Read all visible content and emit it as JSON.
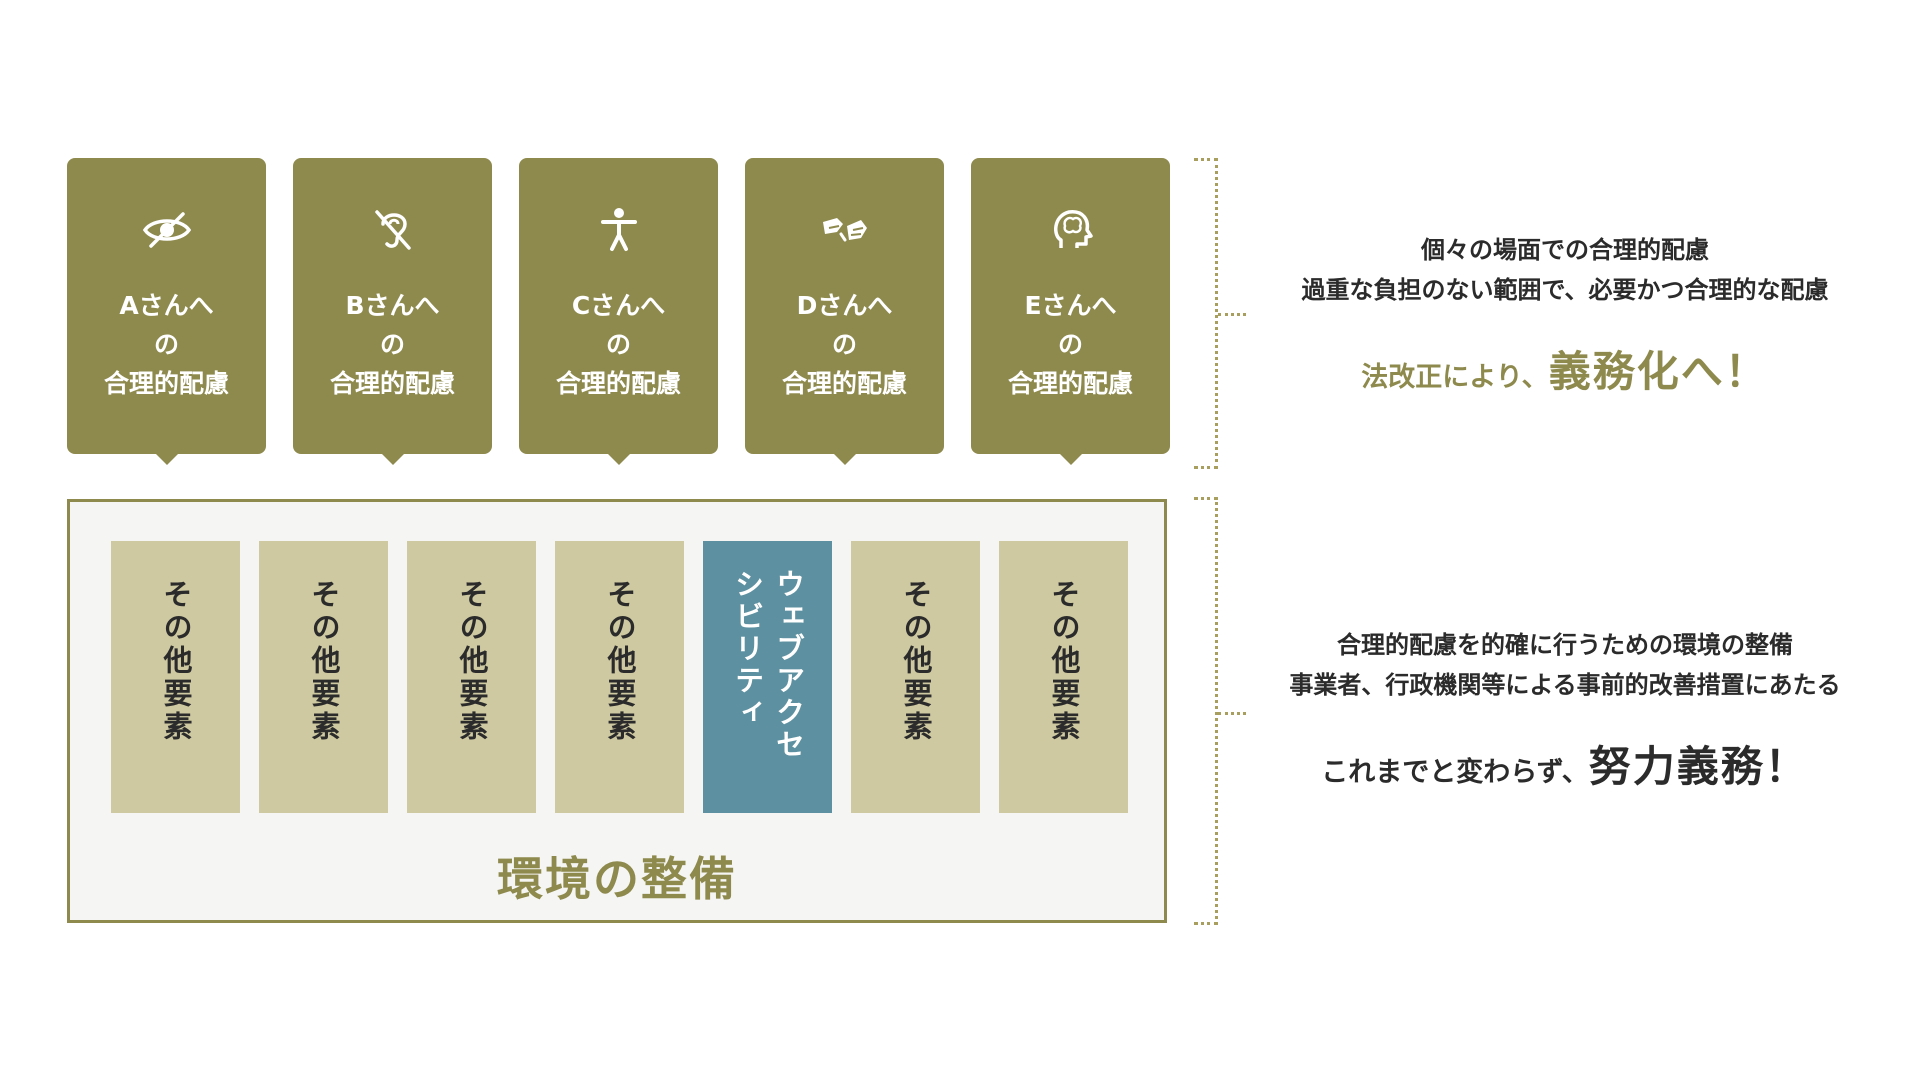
{
  "cards": [
    {
      "icon": "eye-slash-icon",
      "line1": "Aさんへ",
      "line2": "の",
      "line3": "合理的配慮"
    },
    {
      "icon": "ear-slash-icon",
      "line1": "Bさんへ",
      "line2": "の",
      "line3": "合理的配慮"
    },
    {
      "icon": "accessibility-person-icon",
      "line1": "Cさんへ",
      "line2": "の",
      "line3": "合理的配慮"
    },
    {
      "icon": "sign-language-icon",
      "line1": "Dさんへ",
      "line2": "の",
      "line3": "合理的配慮"
    },
    {
      "icon": "brain-head-icon",
      "line1": "Eさんへ",
      "line2": "の",
      "line3": "合理的配慮"
    }
  ],
  "environment": {
    "pillars": [
      "その他要素",
      "その他要素",
      "その他要素",
      "その他要素",
      "ウェブアクセシビリティ",
      "その他要素",
      "その他要素"
    ],
    "accent_pillar_line1": "ウェブアクセ",
    "accent_pillar_line2": "シビリティ",
    "title": "環境の整備"
  },
  "top_description": {
    "line1": "個々の場面での合理的配慮",
    "line2": "過重な負担のない範囲で、必要かつ合理的な配慮",
    "emph_small": "法改正により、",
    "emph_big": "義務化へ！"
  },
  "bottom_description": {
    "line1": "合理的配慮を的確に行うための環境の整備",
    "line2": "事業者、行政機関等による事前的改善措置にあたる",
    "emph_small": "これまでと変わらず、",
    "emph_big": "努力義務！"
  },
  "colors": {
    "olive": "#8e8a4d",
    "khaki": "#cec9a1",
    "teal": "#5d90a0",
    "panel": "#f5f5f3",
    "text": "#2b2b2b"
  }
}
